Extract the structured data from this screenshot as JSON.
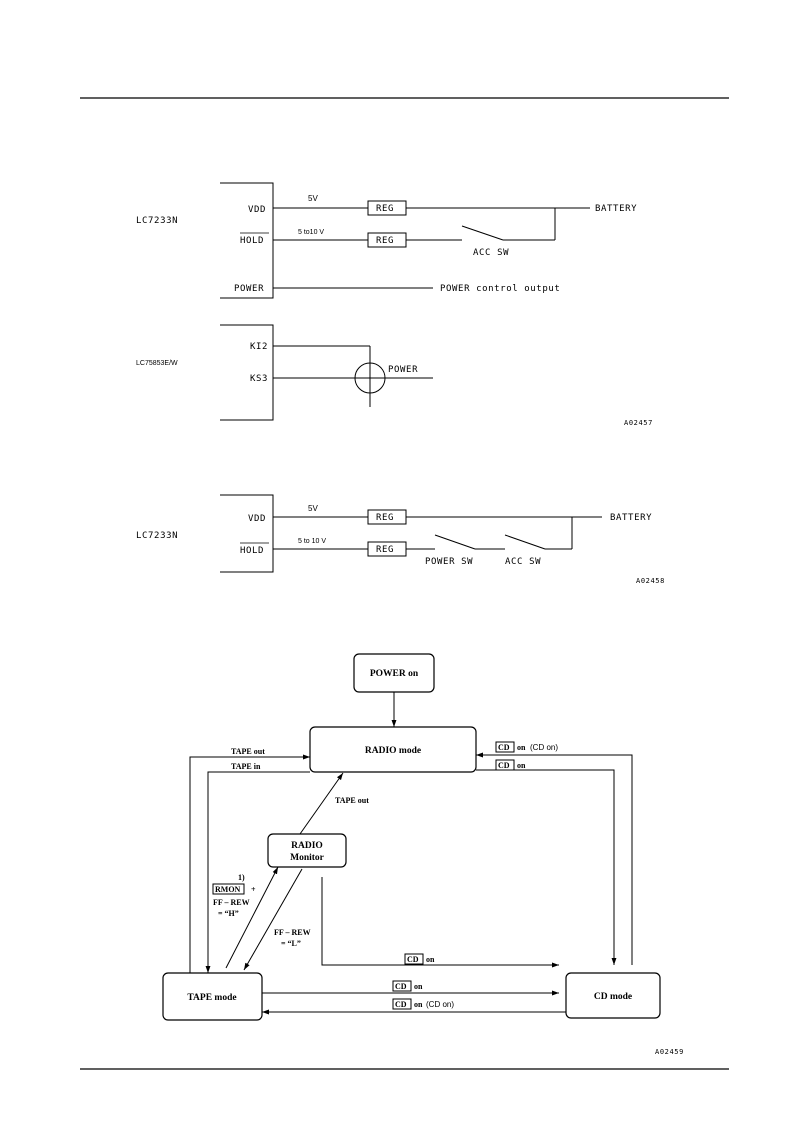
{
  "circuit1": {
    "chip": "LC7233N",
    "pins": {
      "vdd": "VDD",
      "hold": "HOLD",
      "power": "POWER"
    },
    "v_vdd": "5V",
    "v_hold": "5 to10 V",
    "reg": "REG",
    "battery": "BATTERY",
    "acc_sw": "ACC SW",
    "power_output": "POWER control output"
  },
  "circuit2": {
    "chip": "LC75853E/W",
    "pins": {
      "ki2": "KI2",
      "ks3": "KS3"
    },
    "switch_label": "POWER",
    "figure_code": "A02457"
  },
  "circuit3": {
    "chip": "LC7233N",
    "pins": {
      "vdd": "VDD",
      "hold": "HOLD"
    },
    "v_vdd": "5V",
    "v_hold": "5 to 10 V",
    "reg": "REG",
    "battery": "BATTERY",
    "power_sw": "POWER SW",
    "acc_sw": "ACC SW",
    "figure_code": "A02458"
  },
  "state_diagram": {
    "nodes": {
      "power_on": "POWER on",
      "radio_mode": "RADIO mode",
      "radio_monitor_line1": "RADIO",
      "radio_monitor_line2": "Monitor",
      "tape_mode": "TAPE mode",
      "cd_mode": "CD mode"
    },
    "labels": {
      "tape_out_top": "TAPE out",
      "tape_in": "TAPE in",
      "tape_out_mid": "TAPE out",
      "cd_key": "CD",
      "on": "on",
      "cd_on_paren": "(CD on)",
      "note_1": "1)",
      "rmon_key": "RMON",
      "plus": "+",
      "ff_rew": "FF – REW",
      "eq_h": "= “H”",
      "eq_l": "= “L”"
    },
    "figure_code": "A02459"
  }
}
